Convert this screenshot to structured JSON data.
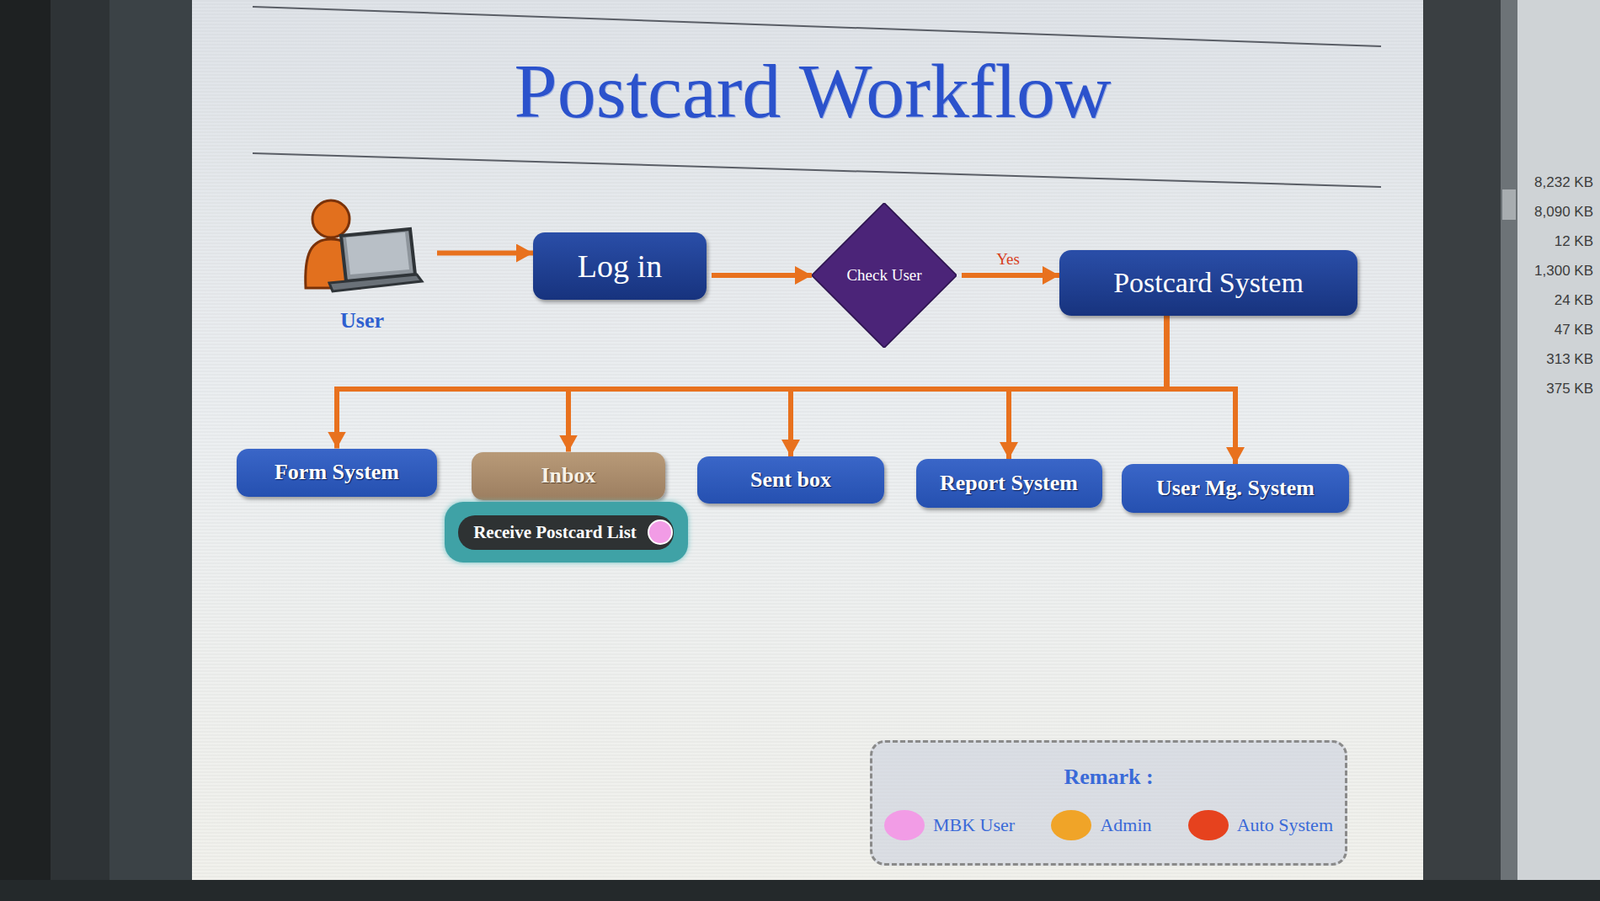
{
  "diagram": {
    "title": "Postcard Workflow",
    "nodes": [
      {
        "text": [
          "User"
        ]
      },
      {
        "text": [
          "Log in"
        ]
      },
      {
        "text": [
          "Check User"
        ]
      },
      {
        "text": [
          "Postcard System"
        ]
      },
      {
        "text": [
          "Form System"
        ]
      },
      {
        "text": [
          "Inbox"
        ]
      },
      {
        "text": [
          "Receive Postcard List"
        ]
      },
      {
        "text": [
          "Sent box"
        ]
      },
      {
        "text": [
          "Report System"
        ]
      },
      {
        "text": [
          "User Mg. System"
        ]
      }
    ],
    "edges": [
      {
        "from": 0,
        "to": 1,
        "arrow": "to"
      },
      {
        "from": 1,
        "to": 2,
        "arrow": "to"
      },
      {
        "from": 2,
        "to": 3,
        "label": "Yes",
        "arrow": "to"
      },
      {
        "from": 3,
        "to": 4,
        "arrow": "to"
      },
      {
        "from": 3,
        "to": 5,
        "arrow": "to"
      },
      {
        "from": 3,
        "to": 7,
        "arrow": "to"
      },
      {
        "from": 3,
        "to": 8,
        "arrow": "to"
      },
      {
        "from": 3,
        "to": 9,
        "arrow": "to"
      }
    ],
    "labels": [
      "Remark :",
      "8,232 KB",
      "8,090 KB",
      "12 KB",
      "1,300 KB",
      "24 KB",
      "47 KB",
      "313 KB",
      "375 KB"
    ],
    "legend": [
      {
        "text": "MBK User",
        "color": "#f29ce6"
      },
      {
        "text": "Admin",
        "color": "#f0a428"
      },
      {
        "text": "Auto System",
        "color": "#e6421e"
      }
    ]
  }
}
